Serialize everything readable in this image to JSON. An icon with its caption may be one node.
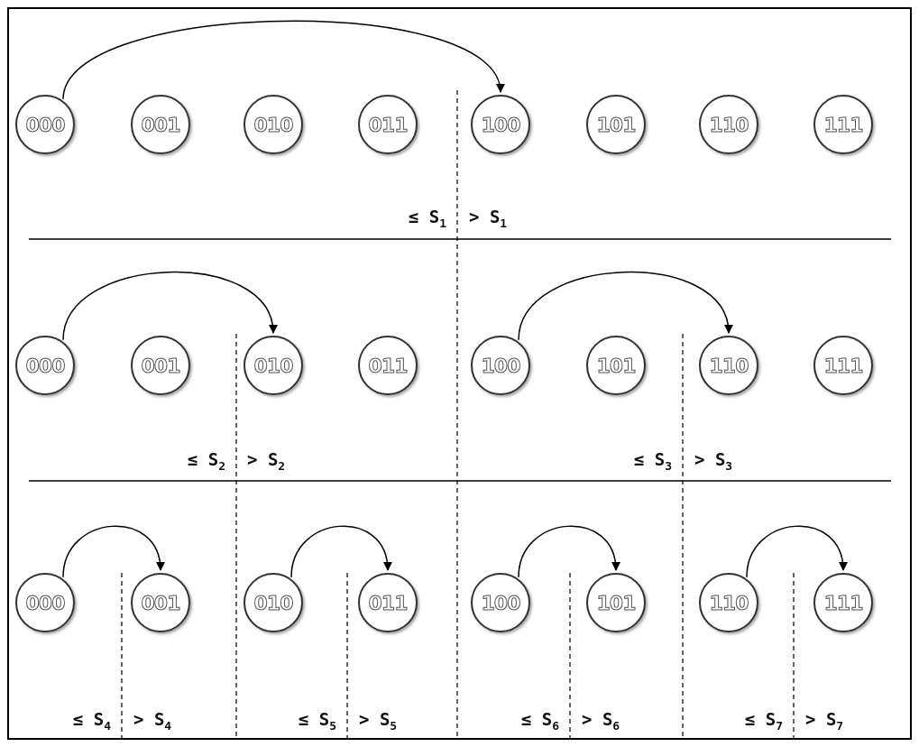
{
  "diagram": {
    "nodes": [
      {
        "text": [
          "000"
        ]
      },
      {
        "text": [
          "001"
        ]
      },
      {
        "text": [
          "010"
        ]
      },
      {
        "text": [
          "011"
        ]
      },
      {
        "text": [
          "100"
        ]
      },
      {
        "text": [
          "101"
        ]
      },
      {
        "text": [
          "110"
        ]
      },
      {
        "text": [
          "111"
        ]
      },
      {
        "text": [
          "000"
        ]
      },
      {
        "text": [
          "001"
        ]
      },
      {
        "text": [
          "010"
        ]
      },
      {
        "text": [
          "011"
        ]
      },
      {
        "text": [
          "100"
        ]
      },
      {
        "text": [
          "101"
        ]
      },
      {
        "text": [
          "110"
        ]
      },
      {
        "text": [
          "111"
        ]
      },
      {
        "text": [
          "000"
        ]
      },
      {
        "text": [
          "001"
        ]
      },
      {
        "text": [
          "010"
        ]
      },
      {
        "text": [
          "011"
        ]
      },
      {
        "text": [
          "100"
        ]
      },
      {
        "text": [
          "101"
        ]
      },
      {
        "text": [
          "110"
        ]
      },
      {
        "text": [
          "111"
        ]
      }
    ],
    "edges": [
      {
        "from": 0,
        "to": 4,
        "arrow": "to"
      },
      {
        "from": 8,
        "to": 10,
        "arrow": "to"
      },
      {
        "from": 12,
        "to": 14,
        "arrow": "to"
      },
      {
        "from": 16,
        "to": 17,
        "arrow": "to"
      },
      {
        "from": 18,
        "to": 19,
        "arrow": "to"
      },
      {
        "from": 20,
        "to": 21,
        "arrow": "to"
      },
      {
        "from": 22,
        "to": 23,
        "arrow": "to"
      }
    ],
    "labels": [
      "≤ S$_{1}$",
      "> S$_{1}$",
      "≤ S$_{2}$",
      "> S$_{2}$",
      "≤ S$_{3}$",
      "> S$_{3}$",
      "≤ S$_{4}$",
      "> S$_{4}$",
      "≤ S$_{5}$",
      "> S$_{5}$",
      "≤ S$_{6}$",
      "> S$_{6}$",
      "≤ S$_{7}$",
      "> S$_{7}$"
    ]
  }
}
